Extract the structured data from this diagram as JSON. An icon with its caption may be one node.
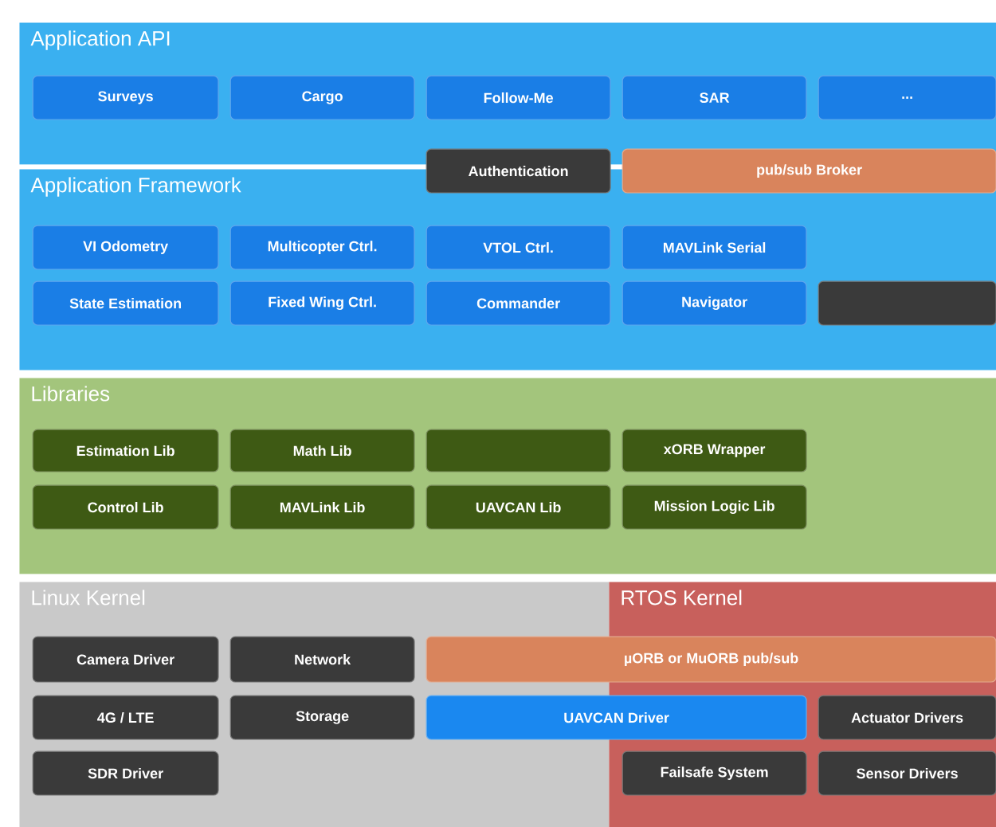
{
  "diagram": {
    "nodes": [
      {
        "text": [
          "Application API"
        ]
      },
      {
        "text": [
          "Surveys"
        ],
        "in": 0
      },
      {
        "text": [
          "Cargo"
        ],
        "in": 0
      },
      {
        "text": [
          "Follow-Me"
        ],
        "in": 0
      },
      {
        "text": [
          "SAR"
        ],
        "in": 0
      },
      {
        "text": [
          "..."
        ],
        "in": 0
      },
      {
        "text": [
          "Authentication"
        ]
      },
      {
        "text": [
          "pub/sub Broker"
        ]
      },
      {
        "text": [
          "Application Framework"
        ]
      },
      {
        "text": [
          "VI Odometry"
        ],
        "in": 8
      },
      {
        "text": [
          "Multicopter Ctrl."
        ],
        "in": 8
      },
      {
        "text": [
          "VTOL Ctrl."
        ],
        "in": 8
      },
      {
        "text": [
          "MAVLink Serial"
        ],
        "in": 8
      },
      {
        "text": [
          "State Estimation"
        ],
        "in": 8
      },
      {
        "text": [
          "Fixed Wing Ctrl."
        ],
        "in": 8
      },
      {
        "text": [
          "Commander"
        ],
        "in": 8
      },
      {
        "text": [
          "Navigator"
        ],
        "in": 8
      },
      {
        "text": [],
        "shape": "box",
        "in": 8
      },
      {
        "text": [
          "Libraries"
        ]
      },
      {
        "text": [
          "Estimation Lib"
        ],
        "in": 18
      },
      {
        "text": [
          "Math Lib"
        ],
        "in": 18
      },
      {
        "text": [],
        "shape": "box",
        "in": 18
      },
      {
        "text": [
          "xORB Wrapper"
        ],
        "in": 18
      },
      {
        "text": [
          "Control Lib"
        ],
        "in": 18
      },
      {
        "text": [
          "MAVLink Lib"
        ],
        "in": 18
      },
      {
        "text": [
          "UAVCAN Lib"
        ],
        "in": 18
      },
      {
        "text": [
          "Mission Logic Lib"
        ],
        "in": 18
      },
      {
        "text": [
          "Linux Kernel"
        ]
      },
      {
        "text": [
          "Camera Driver"
        ],
        "in": 27
      },
      {
        "text": [
          "Network"
        ],
        "in": 27
      },
      {
        "text": [
          "4G / LTE"
        ],
        "in": 27
      },
      {
        "text": [
          "Storage"
        ],
        "in": 27
      },
      {
        "text": [
          "SDR Driver"
        ],
        "in": 27
      },
      {
        "text": [
          "RTOS Kernel"
        ]
      },
      {
        "text": [
          "Actuator Drivers"
        ],
        "in": 33
      },
      {
        "text": [
          "Failsafe System"
        ],
        "in": 33
      },
      {
        "text": [
          "Sensor Drivers"
        ],
        "in": 33
      },
      {
        "text": [
          "µORB or MuORB pub/sub"
        ]
      },
      {
        "text": [
          "UAVCAN Driver"
        ]
      }
    ]
  }
}
